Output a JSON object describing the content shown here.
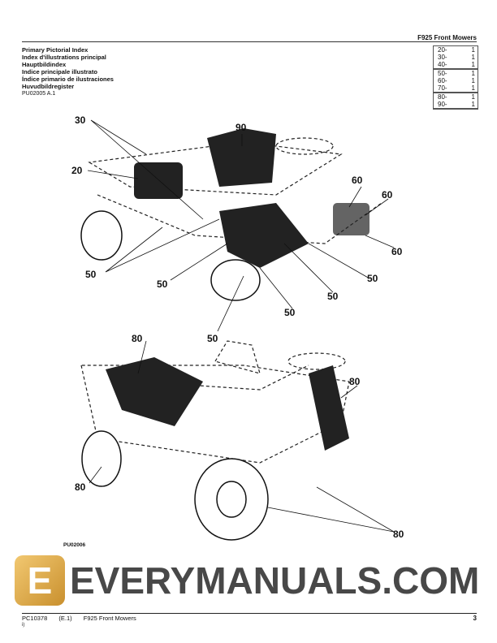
{
  "header": {
    "doc_title": "F925  Front  Mowers",
    "titles": [
      "Primary Pictorial Index",
      "Index d'illustrations principal",
      "Hauptbildindex",
      "Indice principale illustrato",
      "Índice primario de ilustraciones",
      "Huvudbildregister"
    ],
    "figure_ref": "PU02005 A.1"
  },
  "index_table": {
    "groups": [
      [
        {
          "section": "20-",
          "page": "1"
        },
        {
          "section": "30-",
          "page": "1"
        },
        {
          "section": "40-",
          "page": "1"
        }
      ],
      [
        {
          "section": "50-",
          "page": "1"
        },
        {
          "section": "60-",
          "page": "1"
        },
        {
          "section": "70-",
          "page": "1"
        }
      ],
      [
        {
          "section": "80-",
          "page": "1"
        },
        {
          "section": "90-",
          "page": "1"
        }
      ]
    ]
  },
  "illustration": {
    "callouts": [
      "30",
      "90",
      "20",
      "60",
      "60",
      "60",
      "50",
      "50",
      "50",
      "50",
      "50",
      "50",
      "80",
      "80",
      "80",
      "80"
    ],
    "figure_id": "PU02006"
  },
  "watermark": {
    "logo_letter": "E",
    "text": "EVERYMANUALS.COM",
    "logo_color": "#d9a445"
  },
  "footer": {
    "doc_number": "PC10378",
    "edition": "(E.1)",
    "title": "F925 Front Mowers",
    "sub": "i)",
    "page_number": "3"
  }
}
